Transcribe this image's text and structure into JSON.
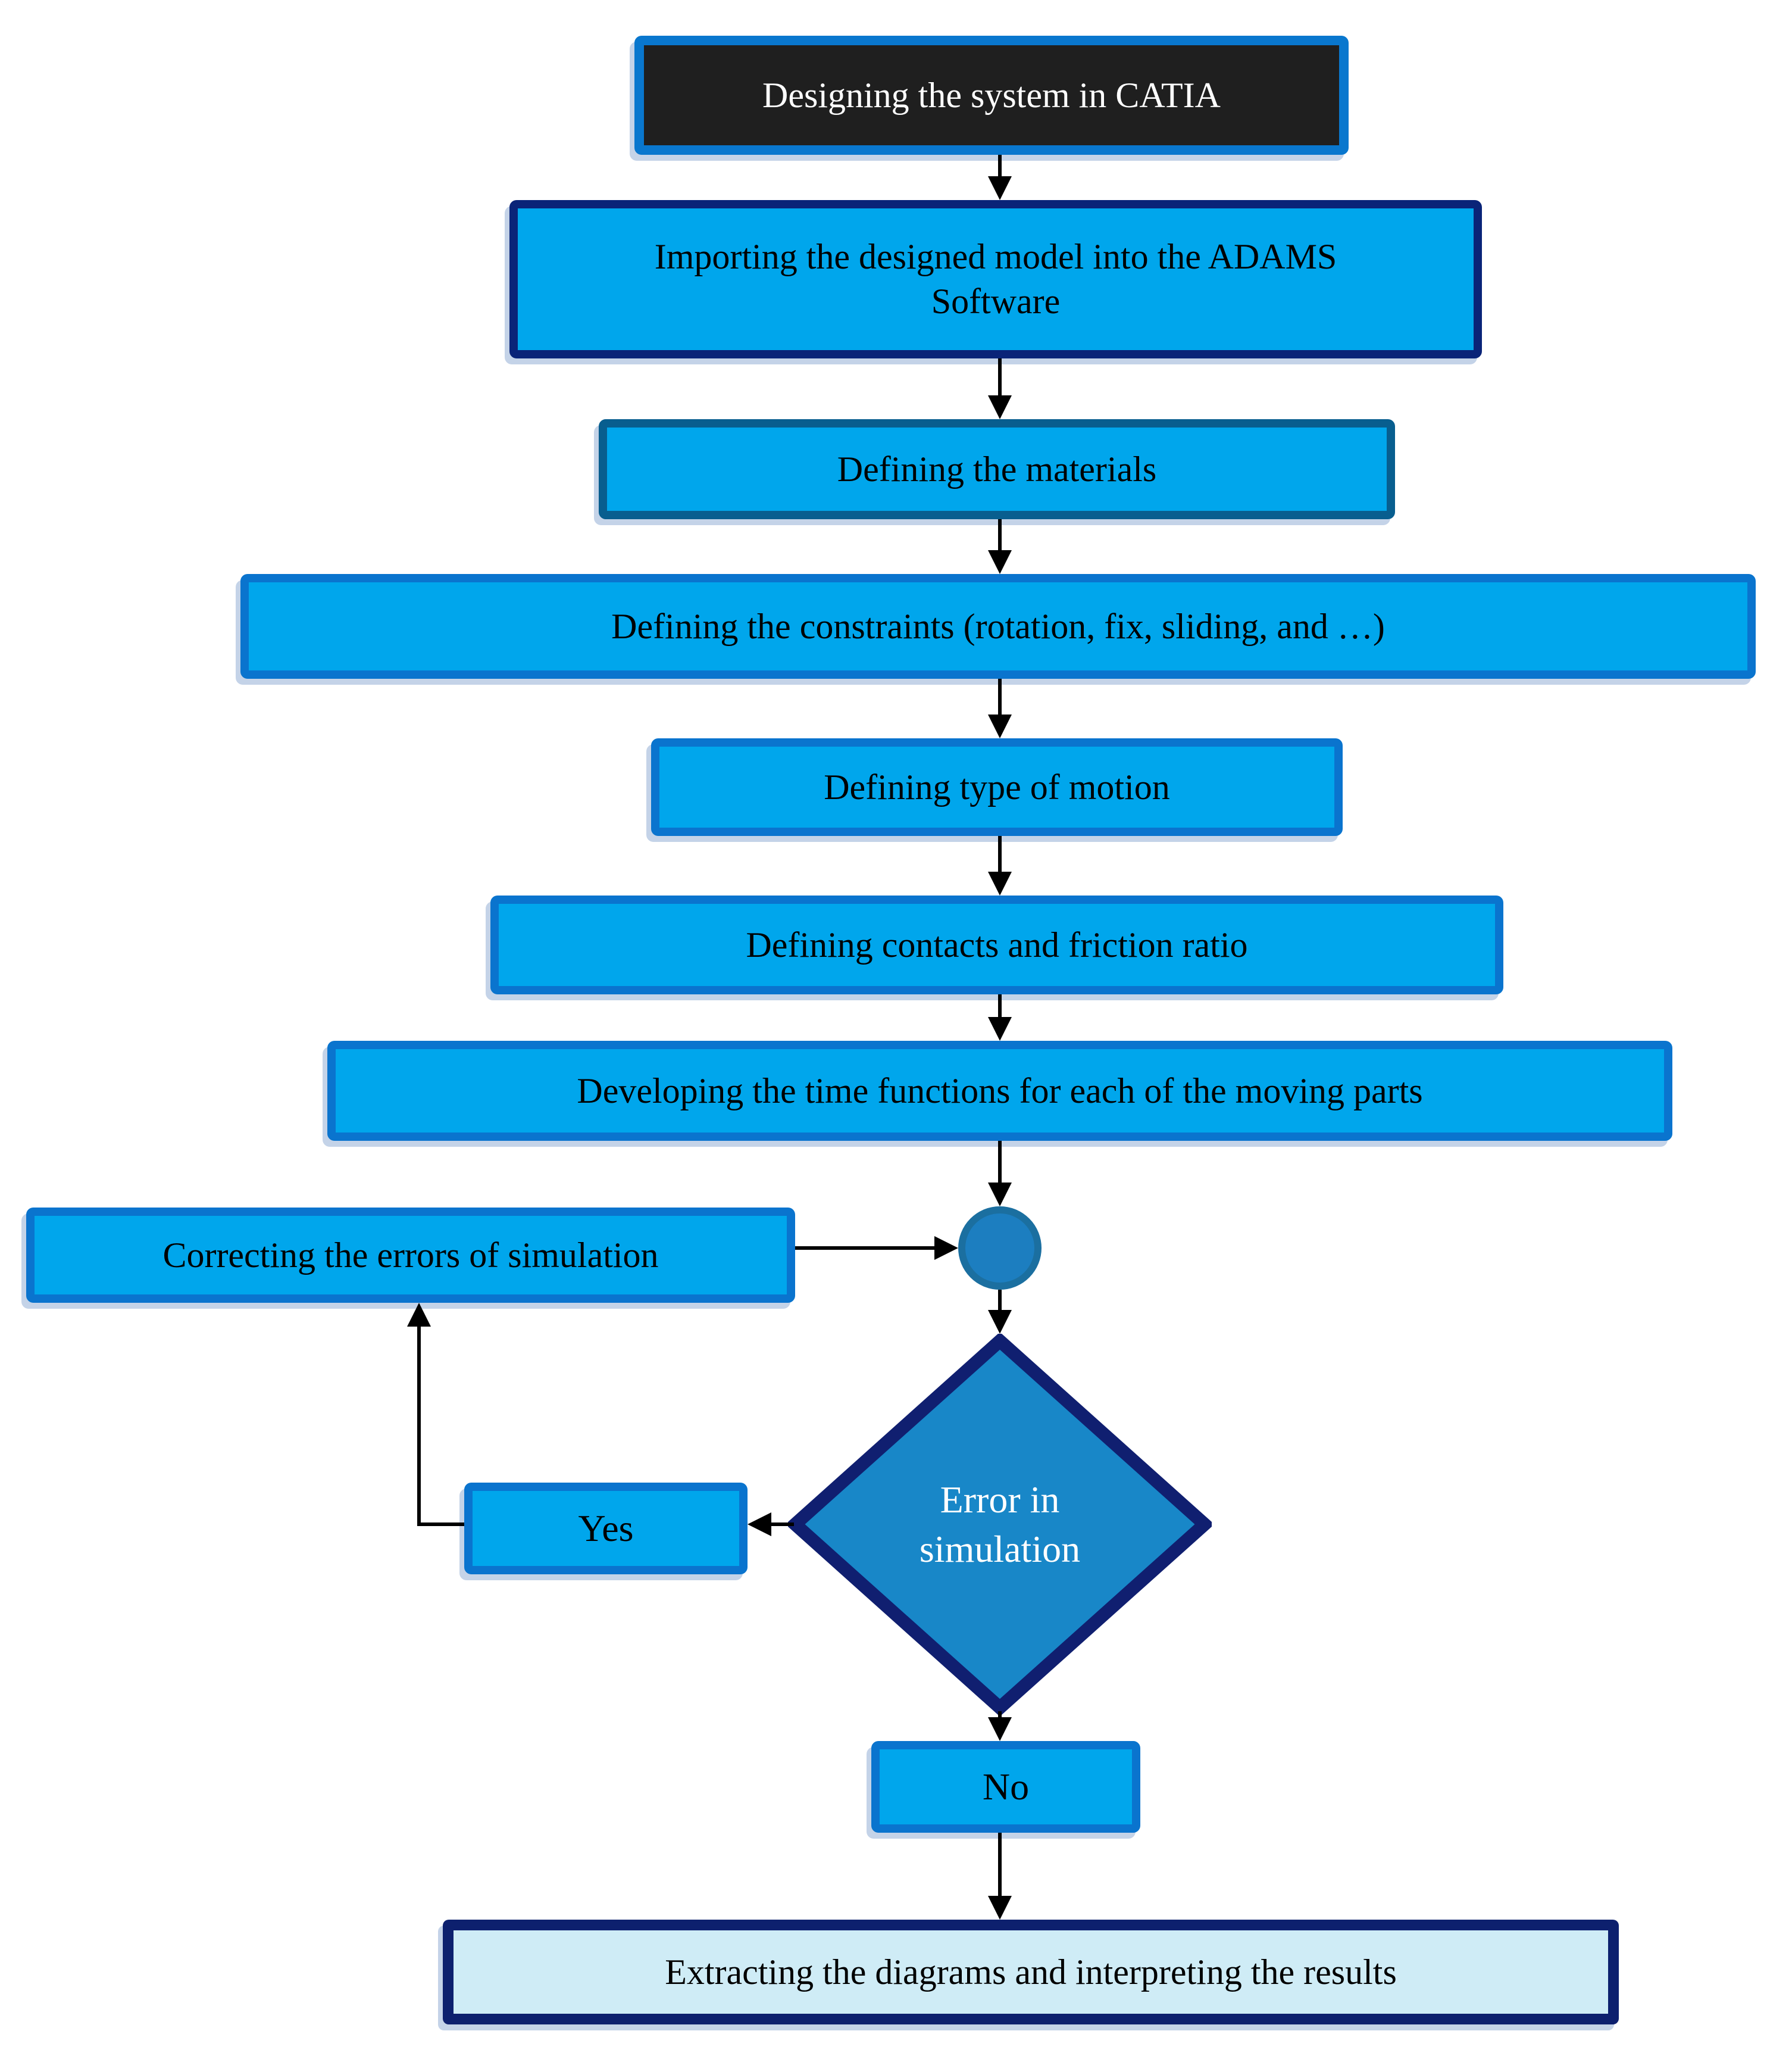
{
  "diagram": {
    "description": "Simulation workflow flowchart (CATIA to ADAMS)",
    "nodes": {
      "start": {
        "type": "terminator",
        "label": "Designing the system in CATIA"
      },
      "import": {
        "type": "process",
        "label": "Importing the designed model into the ADAMS Software"
      },
      "materials": {
        "type": "process",
        "label": "Defining the materials"
      },
      "constraints": {
        "type": "process",
        "label": "Defining the constraints (rotation, fix, sliding, and …)"
      },
      "motion": {
        "type": "process",
        "label": "Defining type of motion"
      },
      "contacts": {
        "type": "process",
        "label": "Defining contacts and friction ratio"
      },
      "time_functions": {
        "type": "process",
        "label": "Developing the time functions for each of the moving parts"
      },
      "correcting": {
        "type": "process",
        "label": "Correcting the errors of simulation"
      },
      "junction": {
        "type": "connector",
        "label": ""
      },
      "decision": {
        "type": "decision",
        "label": "Error in simulation"
      },
      "yes_branch": {
        "type": "label-box",
        "label": "Yes"
      },
      "no_branch": {
        "type": "label-box",
        "label": "No"
      },
      "extract": {
        "type": "process",
        "label": "Extracting the diagrams and interpreting the results"
      }
    }
  },
  "colors": {
    "bright_fill": "#00a6ec",
    "box_border_blue": "#0a74ce",
    "materials_border": "#085e8f",
    "import_border": "#0a2478",
    "start_fill": "#1f1f1f",
    "start_border": "#0977ce",
    "diamond_fill": "#1887c8",
    "diamond_border": "#101f70",
    "circle_fill": "#1c7ec0",
    "circle_border": "#1b6fa0",
    "final_fill": "#cfecf6",
    "final_border": "#0d206e",
    "arrow": "#000000"
  }
}
